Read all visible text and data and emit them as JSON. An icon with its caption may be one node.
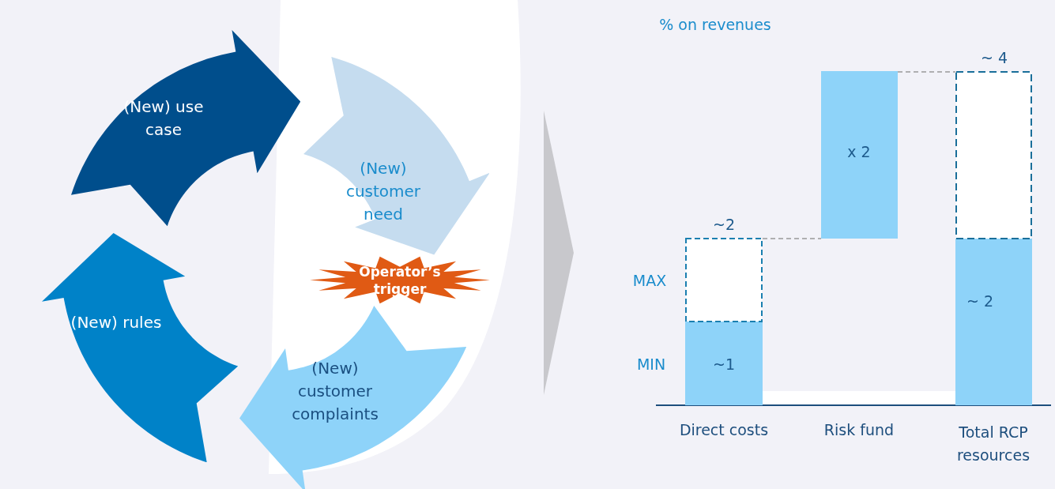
{
  "diagram": {
    "nodes": [
      {
        "text": [
          "(New) use case"
        ]
      },
      {
        "text": [
          "(New) customer need"
        ]
      },
      {
        "text": [
          "(New) customer complaints"
        ]
      },
      {
        "text": [
          "(New) rules"
        ]
      },
      {
        "text": [
          "Operator’s trigger"
        ]
      }
    ],
    "labels": [
      "% on revenues",
      "~ 4",
      "x 2",
      "~2",
      "MAX",
      "~ 2",
      "MIN",
      "~1",
      "Direct costs",
      "Risk fund",
      "Total RCP resources"
    ]
  }
}
